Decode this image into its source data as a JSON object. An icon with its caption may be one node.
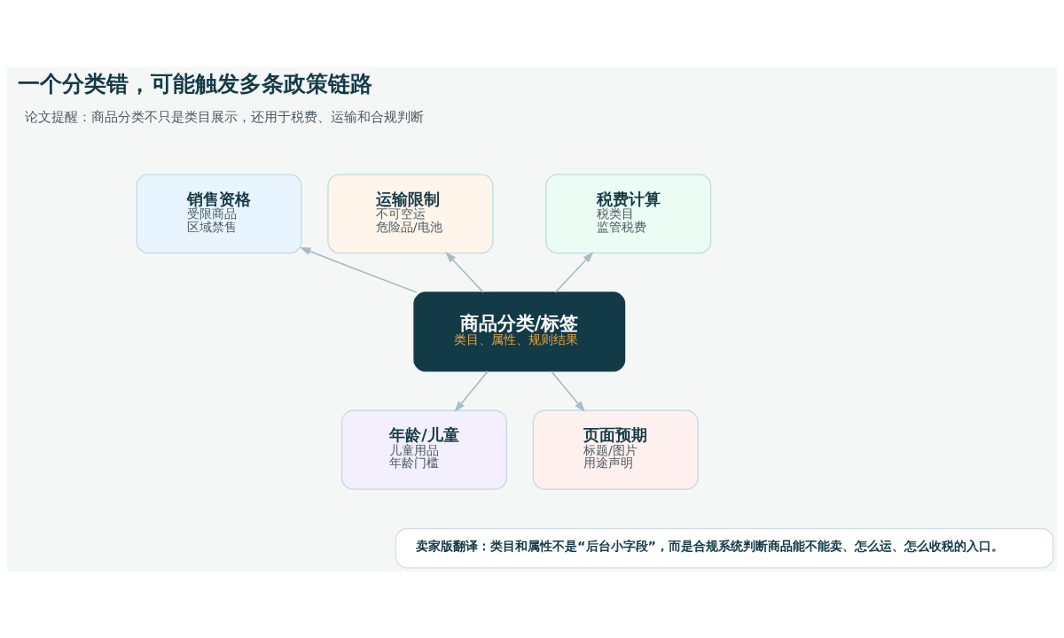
{
  "diagram": {
    "title": "一个分类错，可能触发多条政策链路",
    "nodes": [
      {
        "text": [
          "销售资格",
          "受限商品",
          "区域禁售"
        ]
      },
      {
        "text": [
          "运输限制",
          "不可空运",
          "危险品/电池"
        ]
      },
      {
        "text": [
          "税费计算",
          "税类目",
          "监管税费"
        ]
      },
      {
        "text": [
          "商品分类/标签",
          "类目、属性、规则结果"
        ]
      },
      {
        "text": [
          "年龄/儿童",
          "儿童用品",
          "年龄门槛"
        ]
      },
      {
        "text": [
          "页面预期",
          "标题/图片",
          "用途声明"
        ]
      },
      {
        "text": [
          "卖家版翻译：类目和属性不是“后台小字段”，而是合规系统判断商品能不能卖、怎么运、怎么收税的入口。"
        ]
      }
    ],
    "edges": [
      {
        "from": 3,
        "to": 0,
        "arrow": "to"
      },
      {
        "from": 3,
        "to": 1,
        "arrow": "to"
      },
      {
        "from": 3,
        "to": 2,
        "arrow": "to"
      },
      {
        "from": 3,
        "to": 4,
        "arrow": "to"
      },
      {
        "from": 3,
        "to": 5,
        "arrow": "to"
      }
    ],
    "labels": [
      "论文提醒：商品分类不只是类目展示，还用于税费、运输和合规判断"
    ]
  }
}
